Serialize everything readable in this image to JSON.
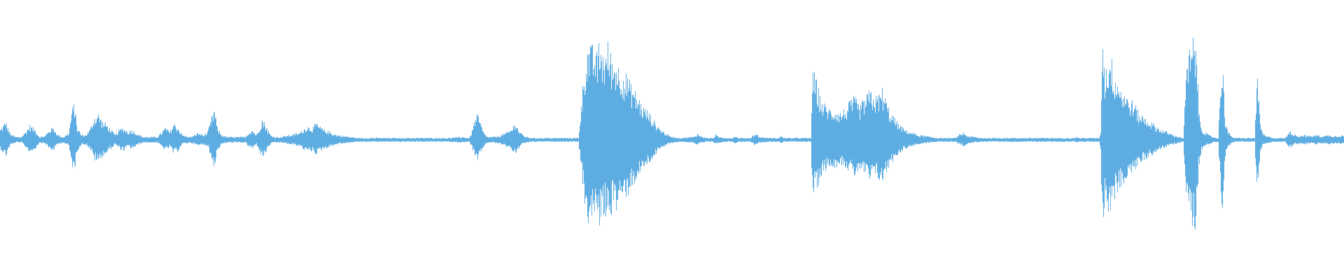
{
  "waveform": {
    "color": "#5DADE2",
    "background": "#FFFFFF",
    "peak_envelope": [
      [
        0,
        0.1
      ],
      [
        8,
        0.18
      ],
      [
        14,
        0.06
      ],
      [
        22,
        0.03
      ],
      [
        30,
        0.03
      ],
      [
        36,
        0.08
      ],
      [
        42,
        0.14
      ],
      [
        50,
        0.1
      ],
      [
        56,
        0.03
      ],
      [
        64,
        0.04
      ],
      [
        70,
        0.1
      ],
      [
        76,
        0.12
      ],
      [
        82,
        0.05
      ],
      [
        90,
        0.03
      ],
      [
        98,
        0.07
      ],
      [
        102,
        0.28
      ],
      [
        106,
        0.35
      ],
      [
        110,
        0.12
      ],
      [
        116,
        0.05
      ],
      [
        122,
        0.05
      ],
      [
        128,
        0.1
      ],
      [
        134,
        0.22
      ],
      [
        140,
        0.25
      ],
      [
        146,
        0.18
      ],
      [
        152,
        0.15
      ],
      [
        158,
        0.1
      ],
      [
        164,
        0.05
      ],
      [
        170,
        0.1
      ],
      [
        176,
        0.12
      ],
      [
        182,
        0.08
      ],
      [
        188,
        0.1
      ],
      [
        196,
        0.06
      ],
      [
        204,
        0.03
      ],
      [
        212,
        0.03
      ],
      [
        224,
        0.03
      ],
      [
        230,
        0.07
      ],
      [
        236,
        0.12
      ],
      [
        242,
        0.08
      ],
      [
        248,
        0.16
      ],
      [
        254,
        0.12
      ],
      [
        260,
        0.05
      ],
      [
        270,
        0.03
      ],
      [
        276,
        0.04
      ],
      [
        282,
        0.07
      ],
      [
        290,
        0.05
      ],
      [
        296,
        0.07
      ],
      [
        302,
        0.22
      ],
      [
        306,
        0.3
      ],
      [
        310,
        0.12
      ],
      [
        316,
        0.05
      ],
      [
        324,
        0.03
      ],
      [
        340,
        0.03
      ],
      [
        350,
        0.03
      ],
      [
        354,
        0.07
      ],
      [
        360,
        0.1
      ],
      [
        366,
        0.05
      ],
      [
        370,
        0.12
      ],
      [
        374,
        0.2
      ],
      [
        378,
        0.16
      ],
      [
        382,
        0.1
      ],
      [
        386,
        0.05
      ],
      [
        392,
        0.03
      ],
      [
        400,
        0.03
      ],
      [
        428,
        0.07
      ],
      [
        432,
        0.1
      ],
      [
        438,
        0.13
      ],
      [
        446,
        0.12
      ],
      [
        452,
        0.16
      ],
      [
        456,
        0.13
      ],
      [
        462,
        0.1
      ],
      [
        470,
        0.08
      ],
      [
        480,
        0.05
      ],
      [
        490,
        0.04
      ],
      [
        500,
        0.03
      ],
      [
        510,
        0.02
      ],
      [
        530,
        0.02
      ],
      [
        550,
        0.02
      ],
      [
        600,
        0.02
      ],
      [
        640,
        0.02
      ],
      [
        660,
        0.03
      ],
      [
        670,
        0.02
      ],
      [
        674,
        0.09
      ],
      [
        678,
        0.2
      ],
      [
        682,
        0.24
      ],
      [
        686,
        0.16
      ],
      [
        690,
        0.08
      ],
      [
        696,
        0.03
      ],
      [
        704,
        0.03
      ],
      [
        712,
        0.04
      ],
      [
        726,
        0.08
      ],
      [
        732,
        0.12
      ],
      [
        736,
        0.18
      ],
      [
        740,
        0.1
      ],
      [
        746,
        0.05
      ],
      [
        752,
        0.03
      ],
      [
        760,
        0.02
      ],
      [
        780,
        0.02
      ],
      [
        800,
        0.02
      ],
      [
        820,
        0.02
      ],
      [
        826,
        0.02
      ],
      [
        832,
        0.5
      ],
      [
        836,
        0.78
      ],
      [
        840,
        0.9
      ],
      [
        844,
        0.85
      ],
      [
        848,
        0.88
      ],
      [
        852,
        0.8
      ],
      [
        856,
        0.92
      ],
      [
        860,
        0.86
      ],
      [
        864,
        0.8
      ],
      [
        868,
        0.9
      ],
      [
        872,
        0.82
      ],
      [
        876,
        0.72
      ],
      [
        880,
        0.78
      ],
      [
        884,
        0.66
      ],
      [
        888,
        0.7
      ],
      [
        892,
        0.6
      ],
      [
        896,
        0.62
      ],
      [
        900,
        0.52
      ],
      [
        904,
        0.5
      ],
      [
        908,
        0.44
      ],
      [
        912,
        0.4
      ],
      [
        916,
        0.34
      ],
      [
        920,
        0.3
      ],
      [
        924,
        0.28
      ],
      [
        928,
        0.24
      ],
      [
        932,
        0.2
      ],
      [
        936,
        0.16
      ],
      [
        940,
        0.13
      ],
      [
        944,
        0.1
      ],
      [
        948,
        0.08
      ],
      [
        952,
        0.06
      ],
      [
        956,
        0.04
      ],
      [
        962,
        0.03
      ],
      [
        970,
        0.02
      ],
      [
        990,
        0.03
      ],
      [
        996,
        0.06
      ],
      [
        1000,
        0.04
      ],
      [
        1010,
        0.02
      ],
      [
        1018,
        0.02
      ],
      [
        1022,
        0.05
      ],
      [
        1026,
        0.03
      ],
      [
        1040,
        0.02
      ],
      [
        1046,
        0.02
      ],
      [
        1050,
        0.04
      ],
      [
        1054,
        0.02
      ],
      [
        1072,
        0.02
      ],
      [
        1076,
        0.05
      ],
      [
        1080,
        0.06
      ],
      [
        1084,
        0.03
      ],
      [
        1100,
        0.02
      ],
      [
        1112,
        0.02
      ],
      [
        1116,
        0.04
      ],
      [
        1120,
        0.02
      ],
      [
        1150,
        0.02
      ],
      [
        1158,
        0.02
      ],
      [
        1160,
        0.62
      ],
      [
        1164,
        0.6
      ],
      [
        1168,
        0.5
      ],
      [
        1172,
        0.4
      ],
      [
        1176,
        0.34
      ],
      [
        1180,
        0.32
      ],
      [
        1184,
        0.3
      ],
      [
        1188,
        0.28
      ],
      [
        1192,
        0.3
      ],
      [
        1196,
        0.28
      ],
      [
        1200,
        0.26
      ],
      [
        1204,
        0.28
      ],
      [
        1208,
        0.3
      ],
      [
        1212,
        0.34
      ],
      [
        1216,
        0.38
      ],
      [
        1220,
        0.4
      ],
      [
        1224,
        0.36
      ],
      [
        1228,
        0.32
      ],
      [
        1232,
        0.36
      ],
      [
        1236,
        0.4
      ],
      [
        1240,
        0.44
      ],
      [
        1244,
        0.46
      ],
      [
        1248,
        0.42
      ],
      [
        1252,
        0.4
      ],
      [
        1256,
        0.44
      ],
      [
        1260,
        0.48
      ],
      [
        1264,
        0.4
      ],
      [
        1268,
        0.32
      ],
      [
        1272,
        0.26
      ],
      [
        1276,
        0.22
      ],
      [
        1280,
        0.18
      ],
      [
        1284,
        0.15
      ],
      [
        1288,
        0.12
      ],
      [
        1292,
        0.1
      ],
      [
        1296,
        0.09
      ],
      [
        1300,
        0.08
      ],
      [
        1304,
        0.07
      ],
      [
        1310,
        0.05
      ],
      [
        1320,
        0.04
      ],
      [
        1330,
        0.03
      ],
      [
        1340,
        0.02
      ],
      [
        1350,
        0.02
      ],
      [
        1364,
        0.02
      ],
      [
        1370,
        0.05
      ],
      [
        1376,
        0.07
      ],
      [
        1382,
        0.04
      ],
      [
        1392,
        0.03
      ],
      [
        1400,
        0.02
      ],
      [
        1420,
        0.02
      ],
      [
        1440,
        0.02
      ],
      [
        1460,
        0.02
      ],
      [
        1480,
        0.02
      ],
      [
        1500,
        0.02
      ],
      [
        1520,
        0.02
      ],
      [
        1530,
        0.02
      ],
      [
        1534,
        0.02
      ],
      [
        1538,
        0.03
      ],
      [
        1542,
        0.02
      ],
      [
        1560,
        0.02
      ],
      [
        1570,
        0.02
      ],
      [
        1572,
        0.1
      ],
      [
        1574,
        0.88
      ],
      [
        1576,
        0.98
      ],
      [
        1578,
        0.6
      ],
      [
        1582,
        0.76
      ],
      [
        1586,
        0.8
      ],
      [
        1590,
        0.68
      ],
      [
        1594,
        0.6
      ],
      [
        1598,
        0.56
      ],
      [
        1602,
        0.48
      ],
      [
        1606,
        0.46
      ],
      [
        1610,
        0.4
      ],
      [
        1614,
        0.38
      ],
      [
        1618,
        0.36
      ],
      [
        1622,
        0.32
      ],
      [
        1626,
        0.26
      ],
      [
        1630,
        0.24
      ],
      [
        1634,
        0.22
      ],
      [
        1638,
        0.2
      ],
      [
        1642,
        0.18
      ],
      [
        1646,
        0.16
      ],
      [
        1650,
        0.14
      ],
      [
        1654,
        0.12
      ],
      [
        1658,
        0.1
      ],
      [
        1662,
        0.09
      ],
      [
        1666,
        0.08
      ],
      [
        1672,
        0.06
      ],
      [
        1680,
        0.04
      ],
      [
        1686,
        0.03
      ],
      [
        1690,
        0.02
      ],
      [
        1692,
        0.3
      ],
      [
        1694,
        0.6
      ],
      [
        1696,
        0.76
      ],
      [
        1698,
        0.84
      ],
      [
        1700,
        0.82
      ],
      [
        1702,
        0.88
      ],
      [
        1704,
        0.94
      ],
      [
        1706,
        0.92
      ],
      [
        1708,
        0.98
      ],
      [
        1710,
        0.7
      ],
      [
        1712,
        0.3
      ],
      [
        1716,
        0.12
      ],
      [
        1720,
        0.08
      ],
      [
        1726,
        0.05
      ],
      [
        1732,
        0.03
      ],
      [
        1740,
        0.02
      ],
      [
        1742,
        0.35
      ],
      [
        1744,
        0.68
      ],
      [
        1746,
        0.72
      ],
      [
        1748,
        0.5
      ],
      [
        1750,
        0.2
      ],
      [
        1754,
        0.08
      ],
      [
        1758,
        0.04
      ],
      [
        1764,
        0.02
      ],
      [
        1772,
        0.02
      ],
      [
        1780,
        0.02
      ],
      [
        1792,
        0.02
      ],
      [
        1794,
        0.4
      ],
      [
        1796,
        0.55
      ],
      [
        1798,
        0.45
      ],
      [
        1800,
        0.14
      ],
      [
        1804,
        0.06
      ],
      [
        1808,
        0.04
      ],
      [
        1814,
        0.03
      ],
      [
        1820,
        0.02
      ],
      [
        1836,
        0.02
      ],
      [
        1840,
        0.08
      ],
      [
        1844,
        0.08
      ],
      [
        1850,
        0.05
      ],
      [
        1856,
        0.04
      ],
      [
        1862,
        0.05
      ],
      [
        1868,
        0.04
      ],
      [
        1874,
        0.04
      ],
      [
        1880,
        0.05
      ],
      [
        1886,
        0.04
      ],
      [
        1892,
        0.04
      ],
      [
        1898,
        0.05
      ],
      [
        1904,
        0.04
      ],
      [
        1910,
        0.04
      ],
      [
        1916,
        0.05
      ],
      [
        1920,
        0.04
      ]
    ],
    "lower_scale": 0.85
  }
}
